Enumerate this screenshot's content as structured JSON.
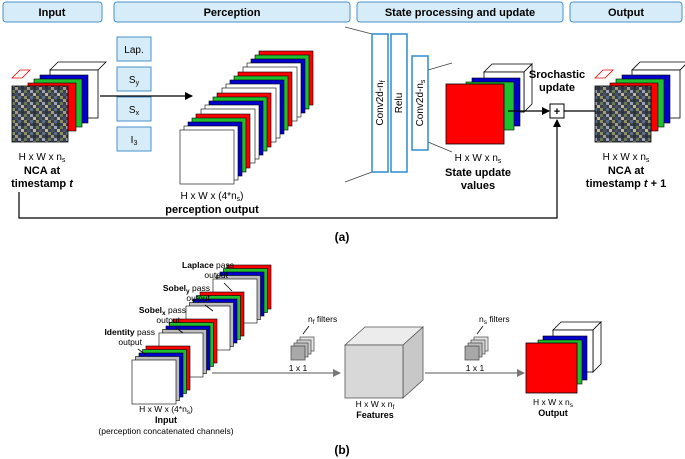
{
  "panel_a": {
    "header_input": "Input",
    "header_perception": "Perception",
    "header_state": "State processing and update",
    "header_output": "Output",
    "filters": [
      "Lap.",
      "S",
      "S",
      "I"
    ],
    "filter_subs": [
      "",
      "y",
      "x",
      "3"
    ],
    "input_dims_main": "H x W x n",
    "input_dims_sub": "s",
    "input_caption_line1": "NCA at",
    "input_caption_line2_main": "timestamp ",
    "input_caption_line2_italic": "t",
    "perception_dims_main": "H x W x (4*n",
    "perception_dims_sub": "s",
    "perception_dims_tail": ")",
    "perception_caption": "perception output",
    "conv1_main": "Conv2d-n",
    "conv1_sub": "f",
    "relu": "Relu",
    "conv2_main": "Conv2d-n",
    "conv2_sub": "s",
    "state_dims_main": "H x W x n",
    "state_dims_sub": "s",
    "state_caption_line1": "State update",
    "state_caption_line2": "values",
    "stochastic_line1": "Srochastic",
    "stochastic_line2": "update",
    "plus": "+",
    "output_dims_main": "H x W x n",
    "output_dims_sub": "s",
    "output_caption_line1": "NCA at",
    "output_caption_line2_main": "timestamp ",
    "output_caption_line2_italic": "t",
    "output_caption_line2_tail": " + 1",
    "panel_label": "(a)"
  },
  "panel_b": {
    "laplace_bold": "Laplace",
    "laplace_rest": " pass",
    "laplace_line2": "output",
    "sobely_bold": "Sobel",
    "sobely_sub": "y",
    "sobely_rest": " pass",
    "sobely_line2": "output",
    "sobelx_bold": "Sobel",
    "sobelx_sub": "x",
    "sobelx_rest": " pass",
    "sobelx_line2": "output",
    "identity_bold": "Identity",
    "identity_rest": " pass",
    "identity_line2": "output",
    "input_dims_main": "H x W x (4*n",
    "input_dims_sub": "s",
    "input_dims_tail": ")",
    "input_caption": "Input",
    "input_subcaption": "(perception concatenated channels)",
    "kernel1_main": "n",
    "kernel1_sub": "f",
    "kernel1_rest": " filters",
    "kernel1_size": "1 x 1",
    "features_dims_main": "H x W x n",
    "features_dims_sub": "f",
    "features_caption": "Features",
    "kernel2_main": "n",
    "kernel2_sub": "s",
    "kernel2_rest": " filters",
    "kernel2_size": "1 x 1",
    "output_dims_main": "H x W x n",
    "output_dims_sub": "s",
    "output_caption": "Output",
    "panel_label": "(b)"
  },
  "colors": {
    "header_fill": "#d6ecf8",
    "header_stroke": "#4a90c8",
    "conv_stroke": "#2e8bd0",
    "red": "#ff0000",
    "green": "#1fbf2f",
    "blue": "#0000cc",
    "gray_layer": "#bdbdbd",
    "feature_gray": "#d8d8d8"
  }
}
